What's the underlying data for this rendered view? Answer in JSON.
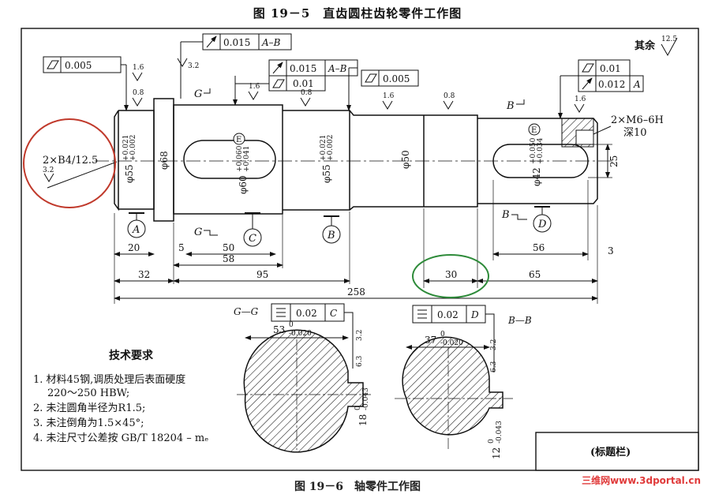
{
  "figure": {
    "title": "图 19－5　直齿圆柱齿轮零件工作图",
    "next_caption": "图 19－6　轴零件工作图",
    "watermark": "三维网www.3dportal.cn"
  },
  "drawing": {
    "global_roughness": {
      "label": "其余",
      "value": "12.5"
    },
    "tolerance_frames": [
      {
        "symbol": "circular-runout",
        "value": "0.015",
        "datum": "A–B"
      },
      {
        "symbol": "cylindricity",
        "value": "0.005"
      },
      {
        "symbol": "circular-runout",
        "value": "0.015",
        "datum": "A–B"
      },
      {
        "symbol": "cylindricity",
        "value": "0.01"
      },
      {
        "symbol": "cylindricity",
        "value": "0.005"
      },
      {
        "symbol": "cylindricity",
        "value": "0.01"
      },
      {
        "symbol": "circular-runout",
        "value": "0.012",
        "datum": "A"
      }
    ],
    "roughness_marks": [
      "1.6",
      "3.2",
      "0.8",
      "1.6",
      "0.8",
      "1.6",
      "0.8",
      "1.6",
      "3.2"
    ],
    "center_hole_note": "2×B4/12.5",
    "thread_note": {
      "line1": "2×M6–6H",
      "line2": "深10"
    },
    "diameters": {
      "d1": "φ55",
      "d1_tol_up": "+0.021",
      "d1_tol_low": "+0.002",
      "d2": "φ68",
      "d3": "φ60",
      "d3_tol_up": "+0.060",
      "d3_tol_low": "+0.041",
      "d4": "φ55",
      "d4_tol_up": "+0.021",
      "d4_tol_low": "+0.002",
      "d5": "φ50",
      "d6": "φ42",
      "d6_tol_up": "+0.050",
      "d6_tol_low": "+0.034",
      "d_key": "25"
    },
    "envelope_symbol": "E",
    "datums": [
      "A",
      "C",
      "B",
      "D"
    ],
    "section_labels": {
      "G_left": "G",
      "G_left_bottom": "G",
      "B_right": "B",
      "B_right_bottom": "B"
    },
    "lengths": [
      "20",
      "5",
      "50",
      "58",
      "32",
      "95",
      "30",
      "65",
      "56",
      "3",
      "258"
    ],
    "sections": {
      "gg": {
        "label": "G—G",
        "sym_value": "0.02",
        "sym_datum": "C",
        "width": "53",
        "width_up": "0",
        "width_low": "-0.020",
        "key": "18",
        "key_up": "0",
        "key_low": "-0.043",
        "rough1": "3.2",
        "rough2": "6.3"
      },
      "bb": {
        "label": "B—B",
        "sym_value": "0.02",
        "sym_datum": "D",
        "width": "37",
        "width_up": "0",
        "width_low": "-0.020",
        "key": "12",
        "key_up": "0",
        "key_low": "-0.043",
        "rough1": "3.2",
        "rough2": "6.3"
      }
    },
    "tech_requirements": {
      "heading": "技术要求",
      "items": [
        "1. 材料45钢,调质处理后表面硬度",
        "220～250 HBW;",
        "2. 未注圆角半径为R1.5;",
        "3. 未注倒角为1.5×45°;",
        "4. 未注尺寸公差按 GB/T 18204 – mₑ"
      ]
    },
    "title_block": "(标题栏)"
  },
  "annotations": [
    {
      "shape": "ellipse",
      "color": "#c0392b"
    },
    {
      "shape": "ellipse",
      "color": "#2e8b3a"
    }
  ]
}
